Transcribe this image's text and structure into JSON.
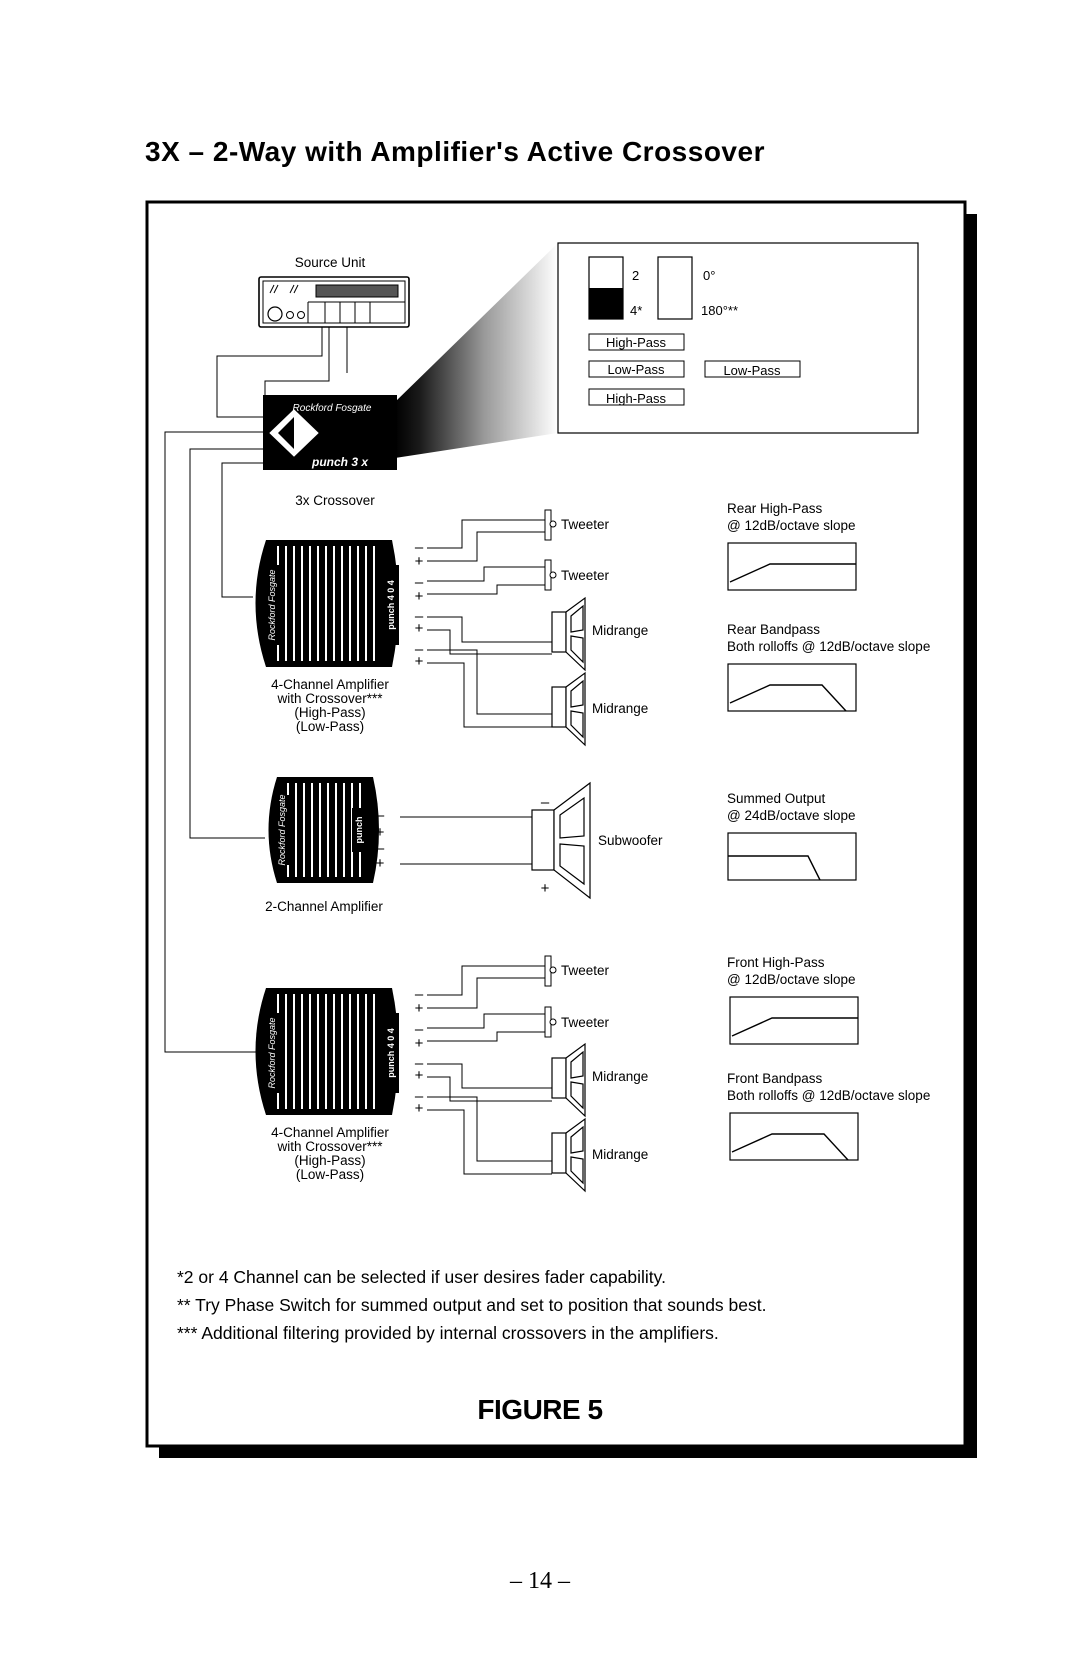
{
  "title": "3X – 2-Way with Amplifier's Active Crossover",
  "labels": {
    "source_unit": "Source Unit",
    "crossover": "3x Crossover",
    "brand": "Rockford Fosgate",
    "crossover_model": "punch 3 x",
    "amp_brand_short": "punch",
    "amp4_model": "punch 4 0 4",
    "amp2_model": "punch"
  },
  "settings_panel": {
    "channel_top": "2",
    "channel_bottom": "4*",
    "phase_top": "0°",
    "phase_bottom": "180°**",
    "boxes": [
      "High-Pass",
      "Low-Pass",
      "Low-Pass",
      "High-Pass"
    ]
  },
  "rear_amp": {
    "lines": [
      "4-Channel Amplifier",
      "with Crossover***",
      "(High-Pass)",
      "(Low-Pass)"
    ],
    "speakers": [
      "Tweeter",
      "Tweeter",
      "Midrange",
      "Midrange"
    ]
  },
  "sub_amp": {
    "label": "2-Channel Amplifier",
    "speaker": "Subwoofer"
  },
  "front_amp": {
    "lines": [
      "4-Channel Amplifier",
      "with Crossover***",
      "(High-Pass)",
      "(Low-Pass)"
    ],
    "speakers": [
      "Tweeter",
      "Tweeter",
      "Midrange",
      "Midrange"
    ]
  },
  "polarity": {
    "minus": "–",
    "plus": "+"
  },
  "filter_responses": [
    {
      "lines": [
        "Rear High-Pass",
        "@ 12dB/octave slope"
      ],
      "shape": "high-pass"
    },
    {
      "lines": [
        "Rear Bandpass",
        "Both rolloffs @ 12dB/octave slope"
      ],
      "shape": "bandpass"
    },
    {
      "lines": [
        "Summed Output",
        "@ 24dB/octave slope"
      ],
      "shape": "low-pass"
    },
    {
      "lines": [
        "Front High-Pass",
        "@ 12dB/octave slope"
      ],
      "shape": "high-pass"
    },
    {
      "lines": [
        "Front Bandpass",
        "Both rolloffs @ 12dB/octave slope"
      ],
      "shape": "bandpass"
    }
  ],
  "notes": [
    "*2 or 4 Channel can be selected if user desires fader capability.",
    "** Try Phase Switch for summed output and set to position that sounds best.",
    "*** Additional filtering provided by internal crossovers in the amplifiers."
  ],
  "figure_caption": "FIGURE 5",
  "page_number": "– 14 –"
}
